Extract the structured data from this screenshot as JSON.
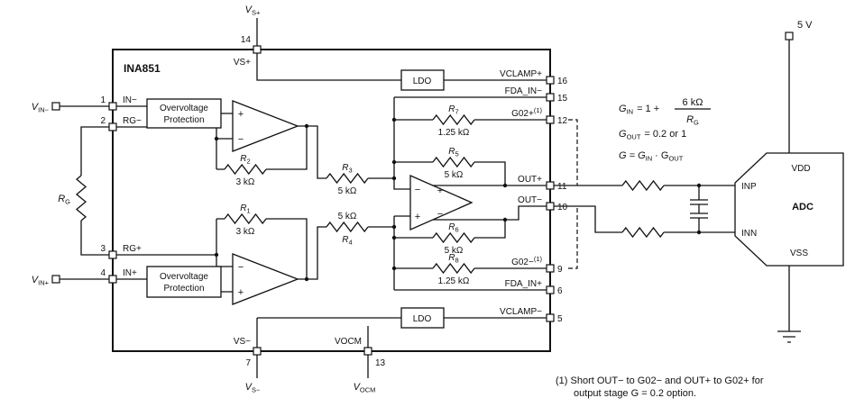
{
  "chip": {
    "label": "INA851"
  },
  "pins": {
    "left": [
      {
        "num": "1",
        "name": "IN−"
      },
      {
        "num": "2",
        "name": "RG−"
      },
      {
        "num": "3",
        "name": "RG+"
      },
      {
        "num": "4",
        "name": "IN+"
      }
    ],
    "top": {
      "num": "14",
      "name": "VS+"
    },
    "bottom_vs": {
      "num": "7",
      "name": "VS−"
    },
    "bottom_vocm": {
      "num": "13",
      "name": "VOCM"
    },
    "right": [
      {
        "num": "16",
        "name": "VCLAMP+"
      },
      {
        "num": "15",
        "name": "FDA_IN−"
      },
      {
        "num": "12",
        "name": "G02+",
        "sup": "(1)"
      },
      {
        "num": "11",
        "name": "OUT+"
      },
      {
        "num": "10",
        "name": "OUT−"
      },
      {
        "num": "9",
        "name": "G02−",
        "sup": "(1)"
      },
      {
        "num": "6",
        "name": "FDA_IN+"
      },
      {
        "num": "5",
        "name": "VCLAMP−"
      }
    ]
  },
  "blocks": {
    "ovp_line1": "Overvoltage",
    "ovp_line2": "Protection",
    "ldo": "LDO",
    "adc": {
      "label": "ADC",
      "vdd": "VDD",
      "vss": "VSS",
      "inp": "INP",
      "inn": "INN"
    }
  },
  "amp_signs": {
    "plus": "+",
    "minus": "−"
  },
  "resistors": {
    "r1": {
      "name": "R",
      "sub": "1",
      "value": "3 kΩ"
    },
    "r2": {
      "name": "R",
      "sub": "2",
      "value": "3 kΩ"
    },
    "r3": {
      "name": "R",
      "sub": "3",
      "value": "5 kΩ"
    },
    "r4": {
      "name": "R",
      "sub": "4",
      "value": "5 kΩ"
    },
    "r5": {
      "name": "R",
      "sub": "5",
      "value": "5 kΩ"
    },
    "r6": {
      "name": "R",
      "sub": "6",
      "value": "5 kΩ"
    },
    "r7": {
      "name": "R",
      "sub": "7",
      "value": "1.25 kΩ"
    },
    "r8": {
      "name": "R",
      "sub": "8",
      "value": "1.25 kΩ"
    },
    "rg": {
      "name": "R",
      "sub": "G"
    }
  },
  "external": {
    "vin_minus": {
      "sym": "V",
      "sub": "IN−"
    },
    "vin_plus": {
      "sym": "V",
      "sub": "IN+"
    },
    "vs_plus": {
      "sym": "V",
      "sub": "S+"
    },
    "vs_minus": {
      "sym": "V",
      "sub": "S−"
    },
    "vocm": {
      "sym": "V",
      "sub": "OCM"
    },
    "supply_5v": "5 V"
  },
  "gain": {
    "g_in_sym": "G",
    "g_in_sub": "IN",
    "g_in_eq": "=  1 +",
    "frac_num": "6 kΩ",
    "frac_den_sym": "R",
    "frac_den_sub": "G",
    "g_out_sym": "G",
    "g_out_sub": "OUT",
    "g_out_eq": "= 0.2 or 1",
    "g_total_a": "G = G",
    "g_total_a_sub": "IN",
    "g_total_b": "· G",
    "g_total_b_sub": "OUT"
  },
  "footnote": {
    "line1": "(1) Short OUT− to G02− and OUT+ to G02+ for",
    "line2": "output stage G = 0.2 option."
  }
}
